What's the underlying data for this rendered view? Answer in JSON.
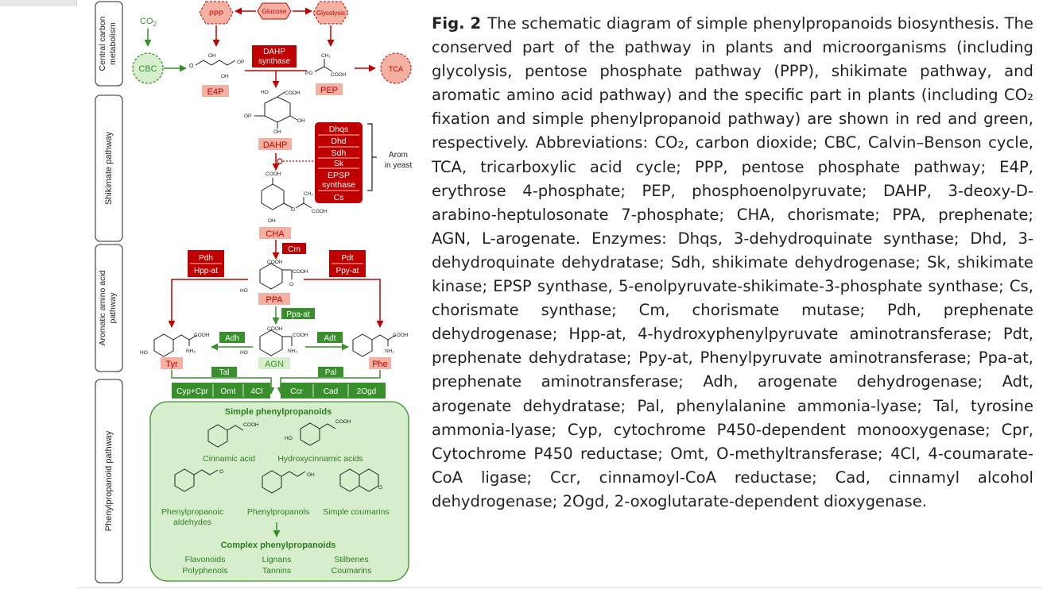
{
  "figure": {
    "sections": {
      "central": "Central carbon metabolism",
      "shikimate": "Shikimate pathway",
      "aromatic": "Aromatic amino acid pathway",
      "phenylpropanoid": "Phenylpropanoid pathway"
    },
    "nodes": {
      "co2": "CO2",
      "ppp": "PPP",
      "glucose": "Glucose",
      "glycolysis": "Glycolysis",
      "cbc": "CBC",
      "tca": "TCA",
      "e4p": "E4P",
      "pep": "PEP",
      "dahp": "DAHP",
      "cha": "CHA",
      "ppa": "PPA",
      "agn": "AGN",
      "tyr": "Tyr",
      "phe": "Phe"
    },
    "enzymes": {
      "dahp_synthase": "DAHP synthase",
      "arom_stack": [
        "Dhqs",
        "Dhd",
        "Sdh",
        "Sk",
        "EPSP synthase",
        "Cs"
      ],
      "arom_note": "Arom in yeast",
      "cm": "Cm",
      "pdh": "Pdh",
      "hpp_at": "Hpp-at",
      "pdt": "Pdt",
      "ppy_at": "Ppy-at",
      "ppa_at": "Ppa-at",
      "adh": "Adh",
      "adt": "Adt",
      "tal": "Tal",
      "pal": "Pal",
      "left_row": [
        "Cyp+Cpr",
        "Omt",
        "4Cl"
      ],
      "right_row": [
        "Ccr",
        "Cad",
        "2Ogd"
      ]
    },
    "phenylpropanoids": {
      "simple_title": "Simple phenylpropanoids",
      "cinnamic": "Cinnamic acid",
      "hydroxycinnamic": "Hydroxycinnamic acids",
      "aldehydes_1": "Phenylpropanoic",
      "aldehydes_2": "aldehydes",
      "phenylpropanols": "Phenylpropanols",
      "coumarins": "Simple coumarins",
      "complex_title": "Complex phenylpropanoids",
      "complex_row1": [
        "Flavonoids",
        "Lignans",
        "Stilbenes"
      ],
      "complex_row2": [
        "Polyphenols",
        "Tannins",
        "Coumarins"
      ]
    },
    "colors": {
      "red": "#c00000",
      "salmon": "#f4b0a0",
      "green": "#3a8f2d",
      "lightgreen": "#d6eecb"
    }
  },
  "caption": {
    "label": "Fig. 2",
    "text": "The schematic diagram of simple phenylpropanoids biosynthesis. The conserved part of the pathway in plants and microorganisms (including glycolysis, pentose phosphate pathway (PPP), shikimate pathway, and aromatic amino acid pathway) and the specific part in plants (including CO₂ fixation and simple phenylpropanoid pathway) are shown in red and green, respectively. Abbreviations: CO₂, carbon dioxide; CBC, Calvin–Benson cycle, TCA, tricarboxylic acid cycle; PPP, pentose phosphate pathway; E4P, erythrose 4-phosphate; PEP, phosphoenolpyruvate; DAHP, 3-deoxy-D-arabino-heptulosonate 7-phosphate; CHA, chorismate; PPA, prephenate; AGN, L-arogenate. Enzymes: Dhqs, 3-dehydroquinate synthase; Dhd, 3-dehydroquinate dehydratase; Sdh, shikimate dehydrogenase; Sk, shikimate kinase; EPSP synthase, 5-enolpyruvate-shikimate-3-phosphate synthase; Cs, chorismate synthase; Cm, chorismate mutase; Pdh, prephenate dehydrogenase; Hpp-at, 4-hydroxyphenylpyruvate aminotransferase; Pdt, prephenate dehydratase; Ppy-at, Phenylpyruvate aminotransferase; Ppa-at, prephenate aminotransferase; Adh, arogenate dehydrogenase; Adt, arogenate dehydratase; Pal, phenylalanine ammonia-lyase; Tal, tyrosine ammonia-lyase; Cyp, cytochrome P450-dependent monooxygenase; Cpr, Cytochrome P450 reductase; Omt, O-methyltransferase; 4Cl, 4-coumarate-CoA ligase; Ccr, cinnamoyl-CoA reductase; Cad, cinnamyl alcohol dehydrogenase; 2Ogd, 2-oxoglutarate-dependent dioxygenase."
  }
}
